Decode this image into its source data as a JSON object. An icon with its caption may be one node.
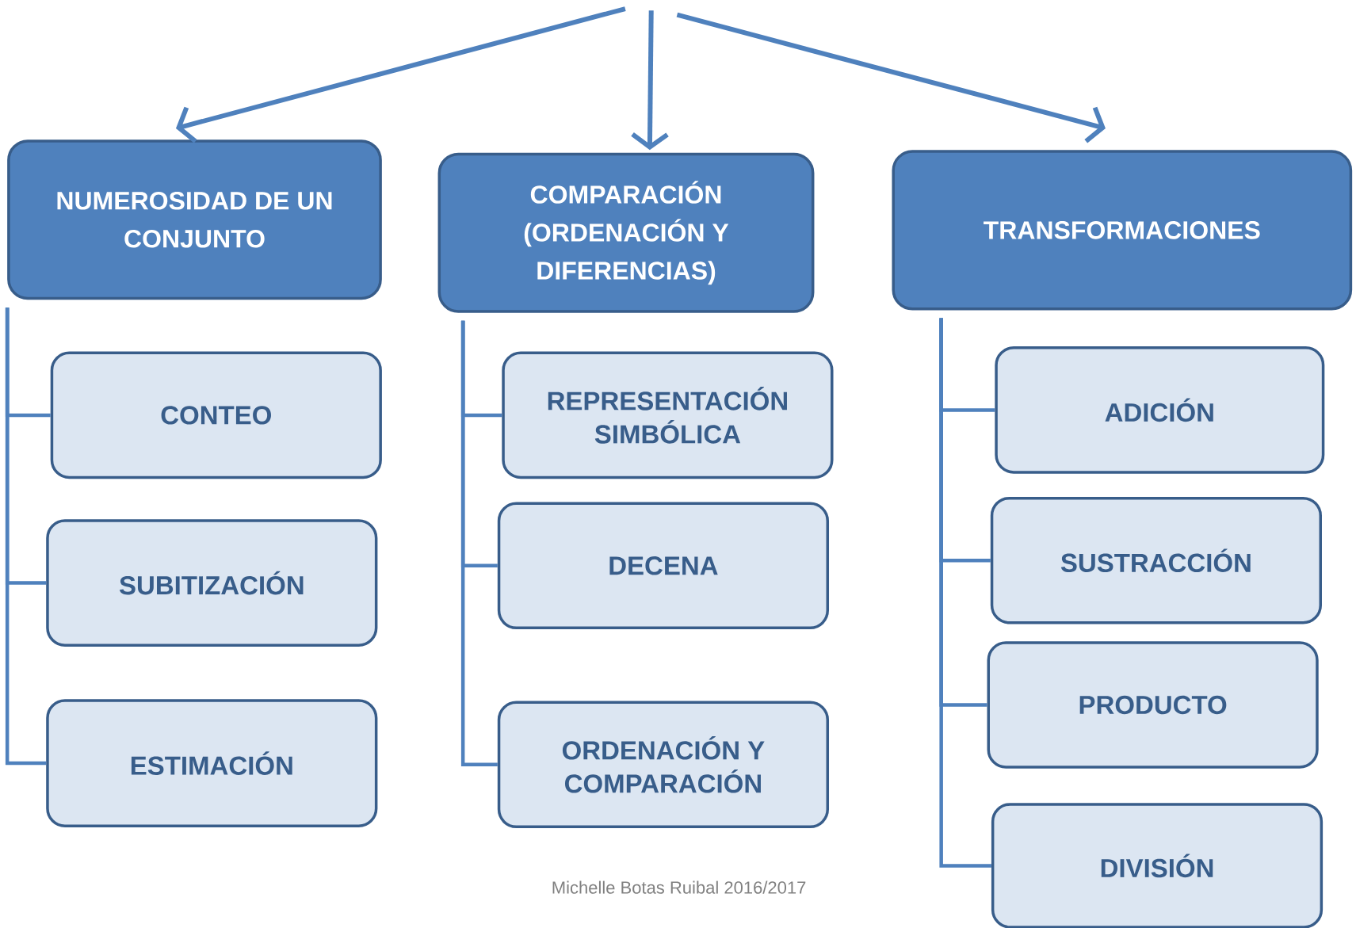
{
  "diagram": {
    "nodes": [
      {
        "text": [
          "NUMEROSIDAD DE UN CONJUNTO"
        ]
      },
      {
        "text": [
          "CONTEO"
        ]
      },
      {
        "text": [
          "SUBITIZACIÓN"
        ]
      },
      {
        "text": [
          "ESTIMACIÓN"
        ]
      },
      {
        "text": [
          "COMPARACIÓN (ORDENACIÓN Y DIFERENCIAS)"
        ]
      },
      {
        "text": [
          "REPRESENTACIÓN SIMBÓLICA"
        ]
      },
      {
        "text": [
          "DECENA"
        ]
      },
      {
        "text": [
          "ORDENACIÓN Y COMPARACIÓN"
        ]
      },
      {
        "text": [
          "TRANSFORMACIONES"
        ]
      },
      {
        "text": [
          "ADICIÓN"
        ]
      },
      {
        "text": [
          "SUSTRACCIÓN"
        ]
      },
      {
        "text": [
          "PRODUCTO"
        ]
      },
      {
        "text": [
          "DIVISIÓN"
        ]
      }
    ],
    "edges": [
      {
        "from": null,
        "to": 0,
        "arrow": "to"
      },
      {
        "from": null,
        "to": 4,
        "arrow": "to"
      },
      {
        "from": null,
        "to": 8,
        "arrow": "to"
      },
      {
        "from": 0,
        "to": 1,
        "arrow": "none"
      },
      {
        "from": 0,
        "to": 2,
        "arrow": "none"
      },
      {
        "from": 0,
        "to": 3,
        "arrow": "none"
      },
      {
        "from": 4,
        "to": 5,
        "arrow": "none"
      },
      {
        "from": 4,
        "to": 6,
        "arrow": "none"
      },
      {
        "from": 4,
        "to": 7,
        "arrow": "none"
      },
      {
        "from": 8,
        "to": 9,
        "arrow": "none"
      },
      {
        "from": 8,
        "to": 10,
        "arrow": "none"
      },
      {
        "from": 8,
        "to": 11,
        "arrow": "none"
      },
      {
        "from": 8,
        "to": 12,
        "arrow": "none"
      }
    ],
    "labels": [
      "Michelle Botas Ruibal 2016/2017"
    ]
  }
}
